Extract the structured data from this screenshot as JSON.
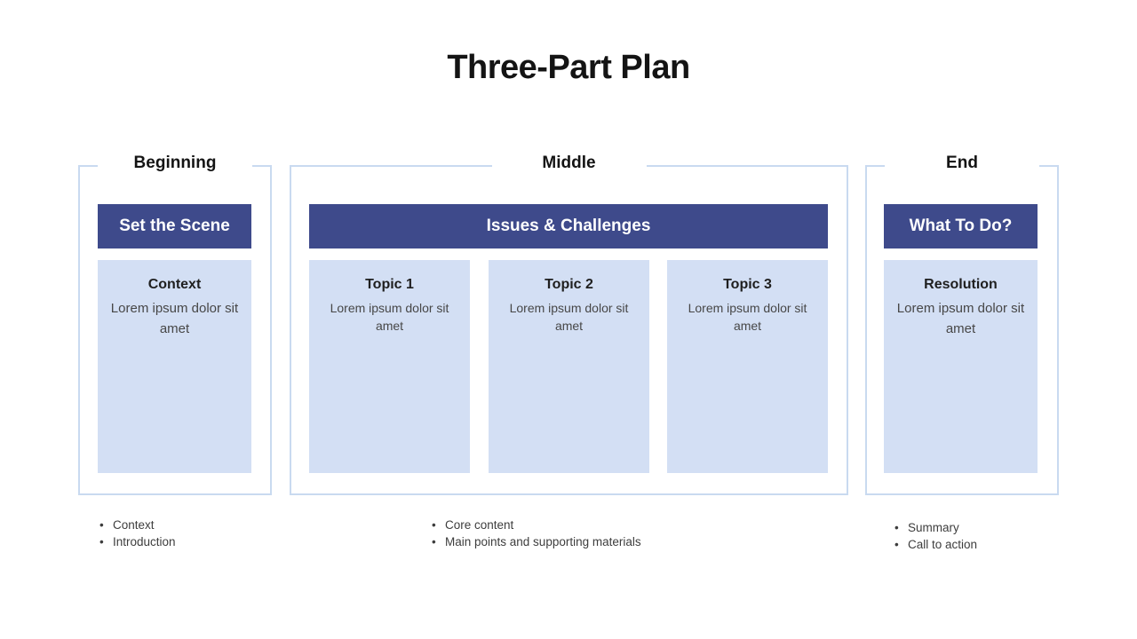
{
  "slide_title": "Three-Part Plan",
  "colors": {
    "accent_dark_blue": "#3E4A8B",
    "accent_light_blue": "#D3DFF4",
    "frame_border_blue": "#C9DAF0",
    "title_text": "#141414",
    "body_text_gray": "#474747"
  },
  "sections": [
    {
      "label": "Beginning",
      "header": "Set the Scene",
      "boxes": [
        {
          "title": "Context",
          "body": "Lorem ipsum dolor sit amet"
        }
      ],
      "bullets": [
        "Context",
        "Introduction"
      ]
    },
    {
      "label": "Middle",
      "header": "Issues & Challenges",
      "boxes": [
        {
          "title": "Topic 1",
          "body": "Lorem ipsum dolor sit amet"
        },
        {
          "title": "Topic 2",
          "body": "Lorem ipsum dolor sit amet"
        },
        {
          "title": "Topic 3",
          "body": "Lorem ipsum dolor sit amet"
        }
      ],
      "bullets": [
        "Core content",
        "Main points and supporting materials"
      ]
    },
    {
      "label": "End",
      "header": "What To Do?",
      "boxes": [
        {
          "title": "Resolution",
          "body": "Lorem ipsum dolor sit amet"
        }
      ],
      "bullets": [
        "Summary",
        "Call to action"
      ]
    }
  ]
}
